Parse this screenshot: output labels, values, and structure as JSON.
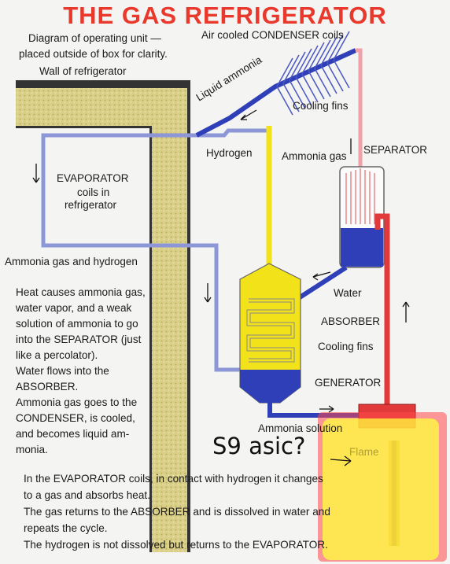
{
  "title": "THE GAS REFRIGERATOR",
  "labels": {
    "diagram_note_1": "Diagram of operating unit —",
    "diagram_note_2": "placed outside of box for clarity.",
    "wall": "Wall of refrigerator",
    "condenser": "Air cooled CONDENSER coils",
    "liquid_ammonia": "Liquid ammonia",
    "cooling_fins_top": "Cooling fins",
    "hydrogen": "Hydrogen",
    "ammonia_gas": "Ammonia gas",
    "separator": "SEPARATOR",
    "evaporator_1": "EVAPORATOR",
    "evaporator_2": "coils in",
    "evaporator_3": "refrigerator",
    "ammonia_gas_hydrogen": "Ammonia gas and hydrogen",
    "water": "Water",
    "absorber": "ABSORBER",
    "cooling_fins_mid": "Cooling fins",
    "generator": "GENERATOR",
    "ammonia_solution": "Ammonia solution",
    "flame": "Flame"
  },
  "paragraph_lines": [
    "Heat causes ammonia gas,",
    "water vapor, and a weak",
    "solution of ammonia to go",
    "into the SEPARATOR (just",
    "like a percolator).",
    "Water flows into the",
    "ABSORBER.",
    "Ammonia gas goes to the",
    "CONDENSER, is cooled,",
    "and becomes liquid am-",
    "monia."
  ],
  "bottom_lines": [
    "In the EVAPORATOR coils, in contact with hydrogen it changes",
    "to a gas and absorbs heat.",
    "The gas returns to the ABSORBER and is dissolved in water and",
    "repeats the cycle.",
    "The hydrogen is not dissolved but returns to the EVAPORATOR."
  ],
  "annotation": "S9 asic?",
  "colors": {
    "title": "#e8392c",
    "blue": "#2f3fb8",
    "red": "#e23a3a",
    "yellow": "#f2e21a",
    "wall": "#d8cf8a",
    "highlight_yellow": "#ffff40",
    "highlight_red": "#ff6a6a"
  }
}
